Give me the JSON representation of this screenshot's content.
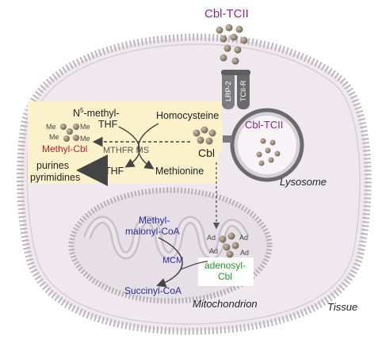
{
  "labels": {
    "cbl_tcii_outside": "Cbl-TCII",
    "lrp2": "LRP-2",
    "tcii_r": "TCII-R",
    "n5_methyl": "N",
    "n5_sup": "5",
    "n5_rest": "-methyl-",
    "thf_top": "THF",
    "homocysteine": "Homocysteine",
    "cbl_center": "Cbl",
    "methyl_cbl": "Methyl-Cbl",
    "mthfr_ms": "MTHFR MS",
    "thf_bottom": "THF",
    "methionine": "Methionine",
    "purines": "purines",
    "pyrimidines": "pyrimidines",
    "cbl_tcii_lysosome": "Cbl-TCII",
    "lysosome": "Lysosome",
    "methylmalonyl_1": "Methyl-",
    "methylmalonyl_2": "malonyl-CoA",
    "mcm": "MCM",
    "succinyl_coa": "Succinyl-CoA",
    "adenosyl_1": "adenosyl-",
    "adenosyl_2": "Cbl",
    "mitochondrion": "Mitochondrion",
    "tissue": "Tissue",
    "me": "Me",
    "ad": "Ad"
  },
  "colors": {
    "cell_fill": "#efe9ef",
    "membrane": "#a6a0a6",
    "highlight_box": "#fbf2cc",
    "purple_text": "#8a2a8a",
    "methyl_cbl_red": "#c0222c",
    "blue_text": "#2a2a9a",
    "green_text": "#1f9a2a",
    "cobalamin_dot": "#8c7c6a"
  },
  "icons": [
    "cobalamin-cluster-icon",
    "receptor-icon",
    "lysosome-icon",
    "mitochondrion-icon"
  ]
}
